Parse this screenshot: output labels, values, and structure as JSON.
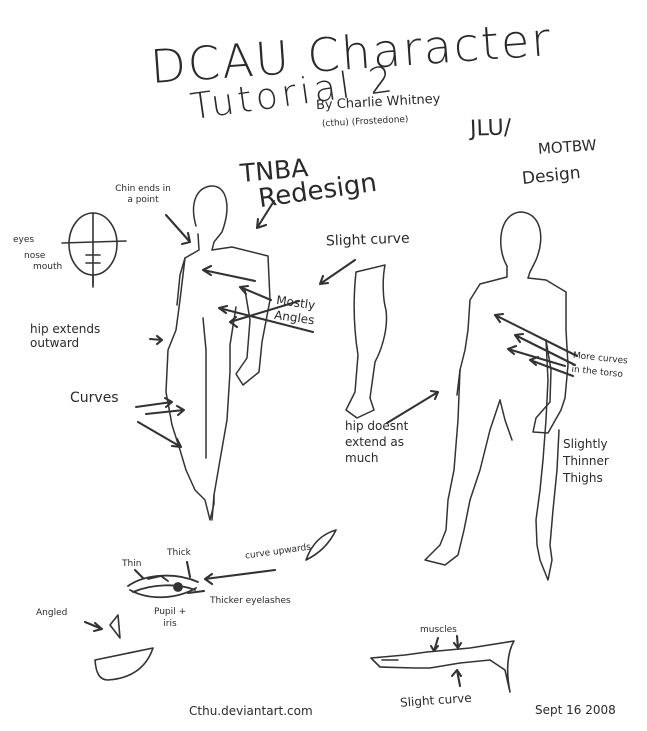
{
  "title": {
    "line1": "DCAU Character",
    "line2": "Tutorial 2",
    "byline": "By Charlie Whitney",
    "handles": "(cthu) (Frostedone)"
  },
  "left_design": {
    "title": "TNBA",
    "subtitle": "Redesign"
  },
  "right_design": {
    "title": "JLU/",
    "title_small": "MOTBW",
    "subtitle": "Design"
  },
  "annotations": {
    "chin": "Chin ends in a point",
    "eyes": "eyes",
    "nose": "nose",
    "mouth": "mouth",
    "mostly_angles": "Mostly Angles",
    "slight_curve": "Slight curve",
    "hip_extends": "hip extends outward",
    "curves": "Curves",
    "hip_doesnt": "hip doesnt extend as much",
    "more_curves": "More curves in the torso",
    "slightly_thinner": "Slightly Thinner Thighs",
    "thick": "Thick",
    "thin": "Thin",
    "curve_upwards": "curve upwards",
    "thicker_eyelashes": "Thicker eyelashes",
    "pupil_iris": "Pupil + iris",
    "angled": "Angled",
    "muscles": "muscles",
    "slight_curve_2": "Slight curve"
  },
  "footer": {
    "site": "Cthu.deviantart.com",
    "date": "Sept 16 2008"
  }
}
